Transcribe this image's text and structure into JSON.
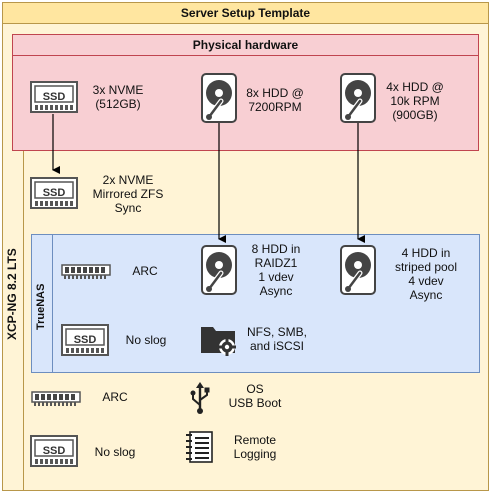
{
  "title": "Server Setup Template",
  "physical_hardware": {
    "title": "Physical hardware",
    "items": [
      {
        "icon": "ssd-icon",
        "label_lines": [
          "3x NVME",
          "(512GB)"
        ]
      },
      {
        "icon": "hdd-icon",
        "label_lines": [
          "8x HDD @",
          "7200RPM"
        ]
      },
      {
        "icon": "hdd-icon",
        "label_lines": [
          "4x HDD @",
          "10k RPM",
          "(900GB)"
        ]
      }
    ]
  },
  "hypervisor": {
    "title": "XCP-NG 8.2 LTS",
    "boot_pool": {
      "icon": "ssd-icon",
      "label_lines": [
        "2x NVME",
        "Mirrored ZFS",
        "Sync"
      ]
    },
    "arc": {
      "icon": "ram-icon",
      "label": "ARC"
    },
    "slog": {
      "icon": "ssd-icon",
      "label": "No slog"
    },
    "os": {
      "icon": "usb-icon",
      "label_lines": [
        "OS",
        "USB Boot"
      ]
    },
    "logging": {
      "icon": "log-icon",
      "label_lines": [
        "Remote",
        "Logging"
      ]
    }
  },
  "truenas": {
    "title": "TrueNAS",
    "arc": {
      "icon": "ram-icon",
      "label": "ARC"
    },
    "slog": {
      "icon": "ssd-icon",
      "label": "No slog"
    },
    "pool_a": {
      "icon": "hdd-icon",
      "label_lines": [
        "8 HDD in",
        "RAIDZ1",
        "1 vdev",
        "Async"
      ]
    },
    "pool_b": {
      "icon": "hdd-icon",
      "label_lines": [
        "4 HDD in",
        "striped pool",
        "4 vdev",
        "Async"
      ]
    },
    "shares": {
      "icon": "folder-gear-icon",
      "label_lines": [
        "NFS, SMB,",
        "and iSCSI"
      ]
    }
  },
  "ssd_badge": "SSD"
}
